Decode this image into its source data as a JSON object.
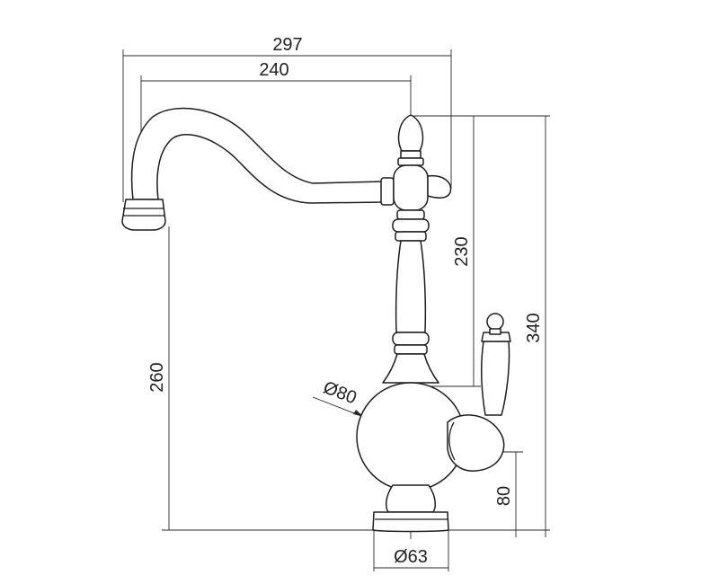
{
  "dimensions": {
    "total_reach": "297",
    "spout_reach": "240",
    "spout_height": "260",
    "handle_height": "230",
    "total_height": "340",
    "body_diameter": "Ø80",
    "lever_height": "80",
    "base_diameter": "Ø63"
  },
  "colors": {
    "line": "#1e1e1e",
    "background": "#ffffff"
  }
}
